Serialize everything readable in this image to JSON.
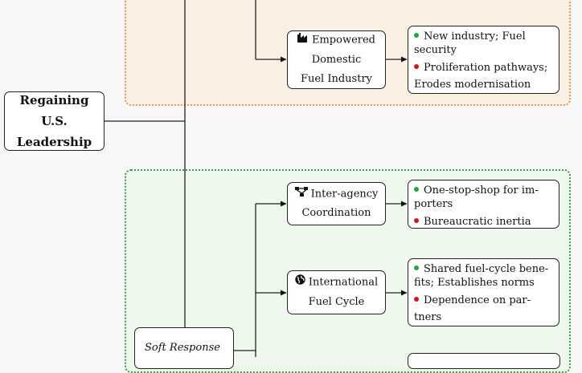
{
  "root": {
    "lines": [
      "Regaining",
      "U.S.",
      "Leadership"
    ]
  },
  "actions": {
    "fuel_industry": {
      "icon": "factory-icon",
      "lines": [
        "Empowered",
        "Domestic",
        "Fuel Industry"
      ]
    },
    "coordination": {
      "icon": "network-icon",
      "lines": [
        "Inter-agency",
        "Coordination"
      ]
    },
    "fuel_cycle": {
      "icon": "globe-icon",
      "lines": [
        "International",
        "Fuel Cycle"
      ]
    }
  },
  "outcomes": {
    "fuel_industry": {
      "pro": [
        "New industry; Fuel",
        "security"
      ],
      "con": [
        "Proliferation pathways;",
        "Erodes modernisation"
      ]
    },
    "coordination": {
      "pro": [
        "One-stop-shop for im-",
        "porters"
      ],
      "con": [
        "Bureaucratic inertia"
      ]
    },
    "fuel_cycle": {
      "pro": [
        "Shared fuel-cycle bene-",
        "fits; Establishes norms"
      ],
      "con": [
        "Dependence on par-",
        "tners"
      ]
    }
  },
  "soft_response": {
    "label": "Soft Response"
  },
  "colors": {
    "pro": "#22a83a",
    "con": "#cc1818",
    "orange_border": "#e09a52",
    "green_border": "#3d9a3d"
  }
}
